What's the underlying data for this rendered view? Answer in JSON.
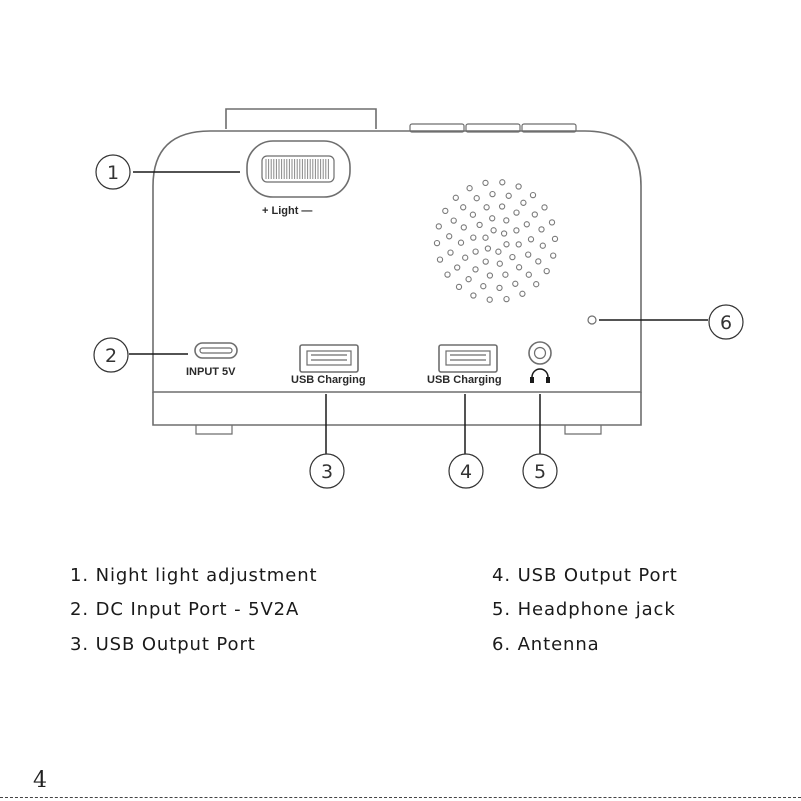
{
  "device_labels": {
    "light": "+ Light —",
    "input": "INPUT 5V",
    "usb_left": "USB Charging",
    "usb_right": "USB Charging"
  },
  "callouts": [
    "1",
    "2",
    "3",
    "4",
    "5",
    "6"
  ],
  "legend": {
    "left": [
      "1. Night light adjustment",
      "2. DC Input Port - 5V2A",
      "3. USB Output Port"
    ],
    "right": [
      "4. USB Output Port",
      "5. Headphone jack",
      "6. Antenna"
    ]
  },
  "page_number": "4"
}
